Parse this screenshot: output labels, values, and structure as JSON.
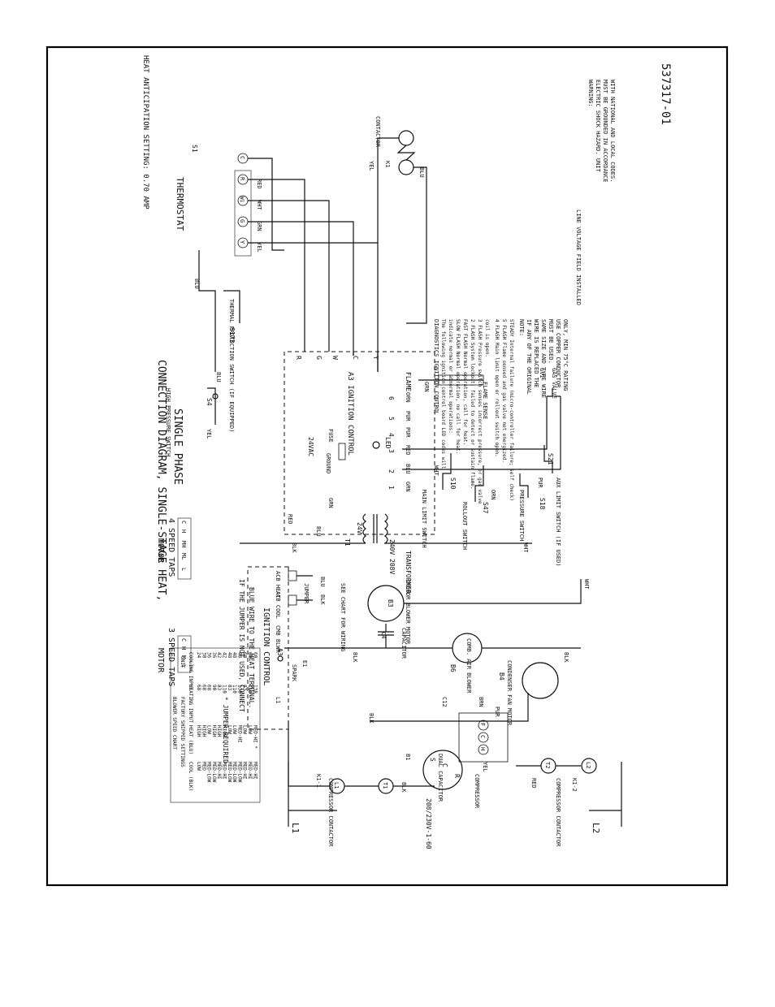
{
  "diagram": {
    "title_line1": "CONNECTION DIAGRAM, SINGLE-STAGE HEAT,",
    "title_line2": "SINGLE PHASE",
    "part_number": "537317-01",
    "heat_anticipation": "HEAT ANTICIPATION SETTING: 0.70 AMP",
    "line_voltage": "LINE VOLTAGE FIELD INSTALLED",
    "thermostat": {
      "title": "THERMOSTAT",
      "id": "S1",
      "terminals": [
        "Y",
        "G",
        "W1",
        "R",
        "C"
      ],
      "wires": [
        "YEL",
        "GRN",
        "WHT",
        "RED"
      ]
    },
    "ignition": {
      "title": "A3 IGNITION CONTROL",
      "led": "LED",
      "fuse": "FUSE",
      "vac": "24VAC",
      "ground": "GROUND",
      "flame": "FLAME",
      "flame_sense": "FLAME SENSE",
      "top_terminals": [
        "R",
        "G",
        "W",
        "C",
        "Y"
      ],
      "pins": [
        "1",
        "2",
        "3",
        "4",
        "5",
        "6"
      ],
      "pin_wires": [
        "GRN",
        "BLU",
        "RED",
        "PUR",
        "PUR",
        "ORN"
      ],
      "flame_wire": "GRN"
    },
    "gas_valve": {
      "id": "GV1",
      "label": "GAS VALVE"
    },
    "high_pressure_switch": {
      "label": "HIGH PRESSURE SWITCH",
      "id": "S4"
    },
    "thermal_protection": {
      "label": "THERMAL PROTECTION SWITCH (IF EQUIPPED)",
      "id": "S173"
    },
    "main_limit": {
      "label": "MAIN LIMIT SWITCH",
      "id": "S10"
    },
    "rollout": {
      "label": "ROLLOUT SWITCH",
      "id": "S47"
    },
    "pressure_switch": {
      "label": "PRESSURE SWITCH",
      "id": "S18"
    },
    "aux_limit": {
      "label": "AUX LIMIT SWITCH (IF USED)",
      "id": "S21"
    },
    "contactor": {
      "label": "CONTACTOR",
      "id": "K1"
    },
    "transformer": {
      "label": "TRANSFORMER",
      "id": "T1",
      "v24": "24V",
      "v240": "240V",
      "v208": "208V"
    },
    "wire_labels": {
      "blu": "BLU",
      "yel": "YEL",
      "red": "RED",
      "grn": "GRN",
      "blk": "BLK",
      "wht": "WHT",
      "orn": "ORN",
      "pur": "PUR",
      "brn": "BRN"
    },
    "blower_control": {
      "title": "IGNITION CONTROL",
      "id": "A3",
      "acb_heat": "ACB HEAT",
      "acb_cool": "ACB COOL",
      "cmb_blwr": "CMB BLWR",
      "jumper": "JUMPER",
      "spark": "SPARK",
      "e1": "E1",
      "l1": "L1"
    },
    "jumper_note": {
      "star": "* JUMPER REQUIRED",
      "line1": "IF THE JUMPER IS NOT USED, CONNECT",
      "line2": "BLUE WIRE TO THE HEAT TERMINAL."
    },
    "indoor_blower": {
      "label": "INDOOR BLOWER MOTOR",
      "id": "B3",
      "see_chart": "SEE CHART FOR WIRING",
      "cap": "CAPACITOR",
      "cap_id": "C4"
    },
    "comb_air": {
      "label": "COMB. AIR BLOWER",
      "id": "B6"
    },
    "condenser_fan": {
      "label": "CONDENSER FAN MOTOR",
      "id": "B4"
    },
    "compressor": {
      "label": "COMPRESSOR",
      "id": "B1",
      "c": "C",
      "r": "R",
      "s": "S"
    },
    "dual_cap": {
      "label": "DUAL CAPACITOR",
      "id": "C12",
      "terms": [
        "F",
        "C",
        "H"
      ]
    },
    "compressor_contactor_top": {
      "label": "COMPRESSOR CONTACTOR",
      "id": "K1-1"
    },
    "compressor_contactor_bottom": {
      "label": "COMPRESSOR CONTACTOR",
      "id": "K1-2"
    },
    "terminals": {
      "l1": "L1",
      "l2": "L2",
      "t1": "T1",
      "t2": "T2"
    },
    "power": {
      "supply": "208/230V-1-60",
      "L1": "L1",
      "L2": "L2"
    },
    "motor3": {
      "title": "MOTOR",
      "subtitle": "3 SPEED TAPS",
      "taps": [
        "L",
        "M",
        "H",
        "C"
      ]
    },
    "motor4": {
      "title": "MOTOR",
      "subtitle": "4 SPEED TAPS",
      "taps": [
        "L",
        "ML",
        "MH",
        "H",
        "C"
      ]
    },
    "diagnostics": {
      "title": "DIAGNOSTICS  IGNITION CONTROL",
      "lines": [
        "The following ignition control board LED codes will",
        "indicate normal or abnormal operations:",
        "SLOW FLASH  Normal operation, no call for heat.",
        "FAST FLASH  Normal operation, call for heat.",
        "2 FLASH  System lockout; failed to detect or sustain flame.",
        "3 FLASH  Pressure switch senses incorrect pressure, or gas valve",
        "          coil is open.",
        "4 FLASH  Main limit open or rollout switch open.",
        "5 FLASH  Flame sensed and gas valve not energized.",
        "STEADY  Internal failure (micro-controller failure; self check)"
      ]
    },
    "note": {
      "lines": [
        "NOTE:",
        "IF ANY OF THE ORIGINAL",
        "WIRE IS REPLACED THE",
        "SAME SIZE AND TYPE WIRE",
        "MUST BE USED.",
        "USE COPPER CONDUCTOR",
        "ONLY, MIN 75°C RATING"
      ]
    },
    "warning": {
      "lines": [
        "WARNING:",
        "ELECTRIC SHOCK HAZARD. UNIT",
        "MUST BE GROUNDED IN ACCORDANCE",
        "WITH NATIONAL AND LOCAL CODES."
      ]
    },
    "speed_chart": {
      "title": "BLOWER SPEED CHART",
      "unit_header": "UNIT",
      "factory_header": "FACTORY SHIPPED SETTINGS",
      "columns": [
        "COOLING INPUT",
        "HEATING INPUT",
        "HEAT (BLU)",
        "COOL (BLK)"
      ],
      "rows": [
        [
          "24",
          "68",
          "HIGH",
          "LOW"
        ],
        [
          "30",
          "68",
          "HIGH",
          "MED"
        ],
        [
          "36",
          "68",
          "LOW",
          "MED-LOW"
        ],
        [
          "36",
          "90",
          "HIGH",
          "MED-LOW"
        ],
        [
          "42",
          "83",
          "HIGH",
          "MED-HI"
        ],
        [
          "42",
          "110",
          "HIGH",
          "MED-HI"
        ],
        [
          "48",
          "83",
          "LOW",
          "MED-LOW"
        ],
        [
          "48",
          "110",
          "LOW",
          "MED-LOW"
        ],
        [
          "48",
          "138",
          "MED-HI",
          "MED-LOW"
        ],
        [
          "60",
          "83",
          "LOW",
          "MED-HI"
        ],
        [
          "60",
          "110",
          "LOW",
          "MED-HI"
        ],
        [
          "60",
          "138",
          "MED-HI *",
          "MED-HI"
        ]
      ]
    }
  }
}
